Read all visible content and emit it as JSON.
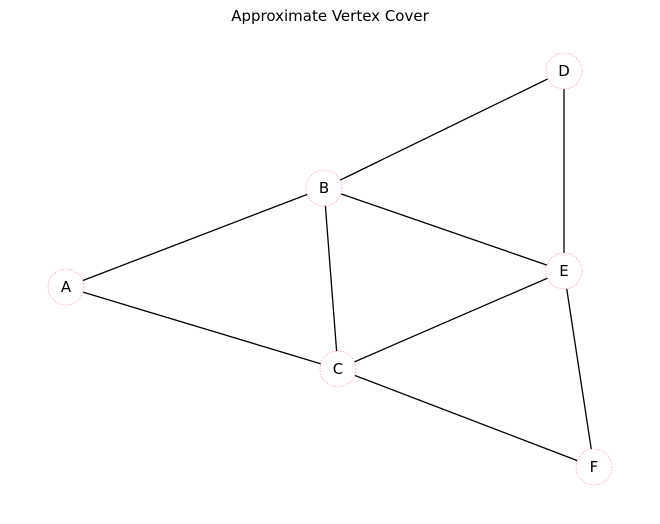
{
  "title": "Approximate Vertex Cover",
  "graph": {
    "nodes": [
      {
        "id": "A",
        "label": "A"
      },
      {
        "id": "B",
        "label": "B"
      },
      {
        "id": "C",
        "label": "C"
      },
      {
        "id": "D",
        "label": "D"
      },
      {
        "id": "E",
        "label": "E"
      },
      {
        "id": "F",
        "label": "F"
      }
    ],
    "edges": [
      [
        "A",
        "B"
      ],
      [
        "A",
        "C"
      ],
      [
        "B",
        "C"
      ],
      [
        "B",
        "D"
      ],
      [
        "B",
        "E"
      ],
      [
        "C",
        "E"
      ],
      [
        "C",
        "F"
      ],
      [
        "D",
        "E"
      ],
      [
        "E",
        "F"
      ]
    ]
  },
  "colors": {
    "edge": "#000000",
    "node_fill": "#ffffff",
    "node_border": "#ff7a7a",
    "label": "#000000"
  }
}
